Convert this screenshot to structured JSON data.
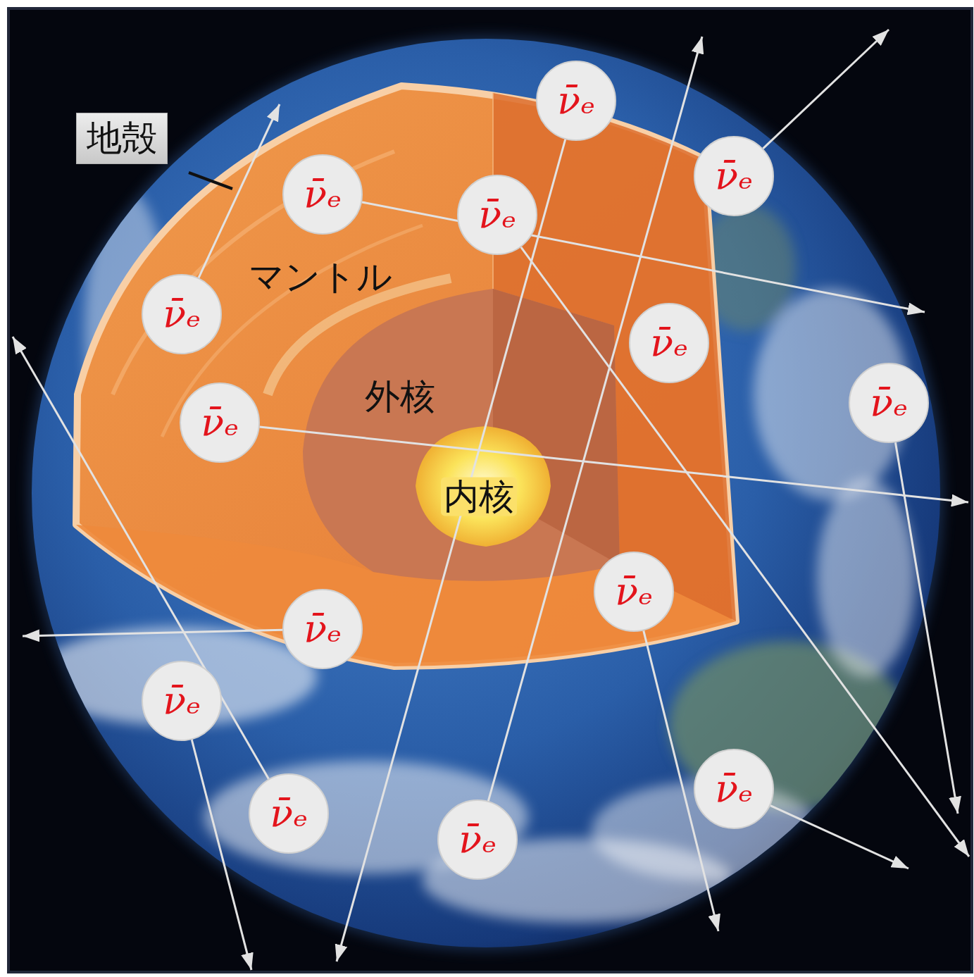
{
  "diagram": {
    "nodes": [
      {
        "text": [
          "ν̄ₑ"
        ]
      },
      {
        "text": [
          "地殻"
        ]
      },
      {
        "text": [
          "ν̄ₑ"
        ]
      },
      {
        "text": [
          "ν̄ₑ"
        ]
      },
      {
        "text": [
          "ν̄ₑ"
        ]
      },
      {
        "text": [
          "ν̄ₑ"
        ]
      },
      {
        "text": [
          "ν̄ₑ"
        ]
      },
      {
        "text": [
          "ν̄ₑ"
        ]
      },
      {
        "text": [
          "ν̄ₑ"
        ]
      },
      {
        "text": [
          "ν̄ₑ"
        ]
      },
      {
        "text": [
          "ν̄ₑ"
        ]
      },
      {
        "text": [
          "ν̄ₑ"
        ]
      },
      {
        "text": [
          "ν̄ₑ"
        ]
      },
      {
        "text": [
          "ν̄ₑ"
        ]
      },
      {
        "text": [
          "ν̄ₑ"
        ]
      }
    ],
    "labels": [
      "マントル",
      "外核",
      "内核"
    ]
  }
}
